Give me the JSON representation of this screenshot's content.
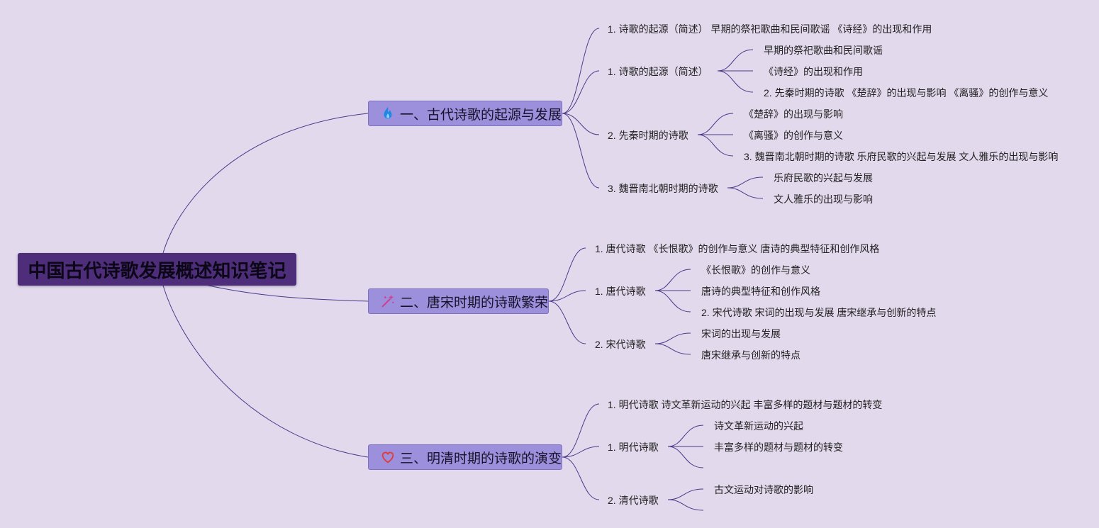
{
  "root": {
    "title": "中国古代诗歌发展概述知识笔记"
  },
  "colors": {
    "background": "#e2d9ec",
    "root_fill": "#4e2e7a",
    "branch_fill": "#9c8fdb",
    "link": "#4a3a8a"
  },
  "branches": [
    {
      "icon": "flame-icon",
      "label": "一、古代诗歌的起源与发展",
      "children": [
        {
          "label": "1. 诗歌的起源（简述） 早期的祭祀歌曲和民间歌谣 《诗经》的出现和作用",
          "children": []
        },
        {
          "label": "1. 诗歌的起源（简述）",
          "children": [
            "早期的祭祀歌曲和民间歌谣",
            "《诗经》的出现和作用",
            "2. 先秦时期的诗歌 《楚辞》的出现与影响 《离骚》的创作与意义"
          ]
        },
        {
          "label": "2. 先秦时期的诗歌",
          "children": [
            "《楚辞》的出现与影响",
            "《离骚》的创作与意义",
            "3. 魏晋南北朝时期的诗歌 乐府民歌的兴起与发展 文人雅乐的出现与影响"
          ]
        },
        {
          "label": "3. 魏晋南北朝时期的诗歌",
          "children": [
            "乐府民歌的兴起与发展",
            "文人雅乐的出现与影响"
          ]
        }
      ]
    },
    {
      "icon": "sparkle-wand-icon",
      "label": "二、唐宋时期的诗歌繁荣",
      "children": [
        {
          "label": "1. 唐代诗歌 《长恨歌》的创作与意义 唐诗的典型特征和创作风格",
          "children": []
        },
        {
          "label": "1. 唐代诗歌",
          "children": [
            "《长恨歌》的创作与意义",
            "唐诗的典型特征和创作风格",
            "2. 宋代诗歌 宋词的出现与发展 唐宋继承与创新的特点"
          ]
        },
        {
          "label": "2. 宋代诗歌",
          "children": [
            "宋词的出现与发展",
            "唐宋继承与创新的特点"
          ]
        }
      ]
    },
    {
      "icon": "heart-icon",
      "label": "三、明清时期的诗歌的演变",
      "children": [
        {
          "label": "1. 明代诗歌 诗文革新运动的兴起 丰富多样的题材与题材的转变",
          "children": []
        },
        {
          "label": "1. 明代诗歌",
          "children": [
            "诗文革新运动的兴起",
            "丰富多样的题材与题材的转变",
            ""
          ]
        },
        {
          "label": "2. 清代诗歌",
          "children": [
            "古文运动对诗歌的影响",
            ""
          ]
        }
      ]
    }
  ]
}
